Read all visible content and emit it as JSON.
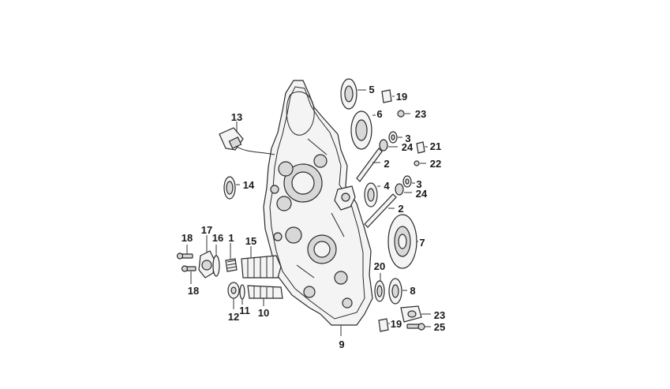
{
  "diagram": {
    "callouts": [
      {
        "id": "c1",
        "text": "1"
      },
      {
        "id": "c2a",
        "text": "2"
      },
      {
        "id": "c2b",
        "text": "2"
      },
      {
        "id": "c3a",
        "text": "3"
      },
      {
        "id": "c3b",
        "text": "3"
      },
      {
        "id": "c4",
        "text": "4"
      },
      {
        "id": "c5",
        "text": "5"
      },
      {
        "id": "c6",
        "text": "6"
      },
      {
        "id": "c7",
        "text": "7"
      },
      {
        "id": "c8",
        "text": "8"
      },
      {
        "id": "c9",
        "text": "9"
      },
      {
        "id": "c10",
        "text": "10"
      },
      {
        "id": "c11",
        "text": "11"
      },
      {
        "id": "c12",
        "text": "12"
      },
      {
        "id": "c13",
        "text": "13"
      },
      {
        "id": "c14",
        "text": "14"
      },
      {
        "id": "c15",
        "text": "15"
      },
      {
        "id": "c16",
        "text": "16"
      },
      {
        "id": "c17",
        "text": "17"
      },
      {
        "id": "c18a",
        "text": "18"
      },
      {
        "id": "c18b",
        "text": "18"
      },
      {
        "id": "c19a",
        "text": "19"
      },
      {
        "id": "c19b",
        "text": "19"
      },
      {
        "id": "c20",
        "text": "20"
      },
      {
        "id": "c21",
        "text": "21"
      },
      {
        "id": "c22",
        "text": "22"
      },
      {
        "id": "c23a",
        "text": "23"
      },
      {
        "id": "c23b",
        "text": "23"
      },
      {
        "id": "c24a",
        "text": "24"
      },
      {
        "id": "c24b",
        "text": "24"
      },
      {
        "id": "c25",
        "text": "25"
      }
    ]
  }
}
